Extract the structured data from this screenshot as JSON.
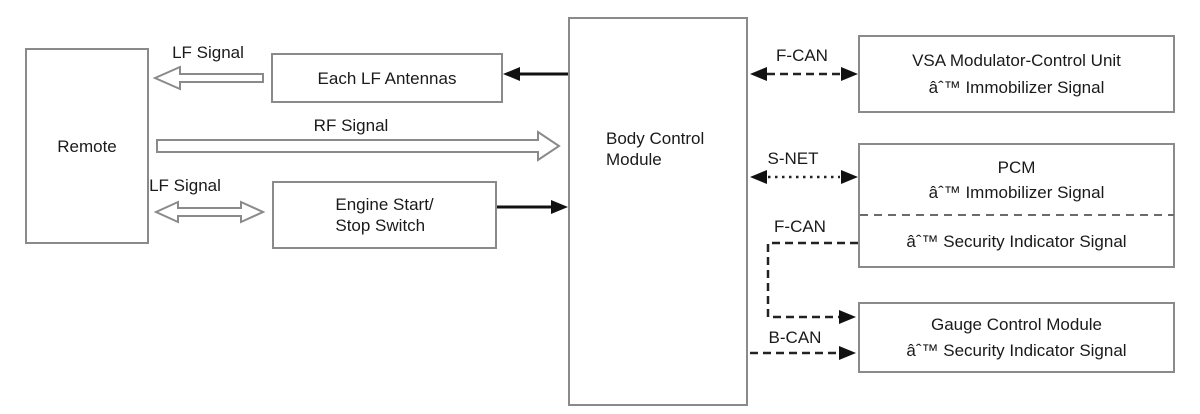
{
  "diagram": {
    "nodes": {
      "remote": {
        "label": "Remote"
      },
      "antennas": {
        "label": "Each LF Antennas"
      },
      "engine": {
        "line1": "Engine Start/",
        "line2": "Stop Switch"
      },
      "bcm": {
        "line1": "Body Control",
        "line2": "Module"
      },
      "vsa": {
        "title": "VSA Modulator-Control Unit",
        "subtitle": "âˆ™ Immobilizer Signal"
      },
      "pcm": {
        "title": "PCM",
        "subtitle": "âˆ™ Immobilizer Signal",
        "section2": "âˆ™ Security Indicator Signal"
      },
      "gauge": {
        "title": "Gauge Control Module",
        "subtitle": "âˆ™ Security Indicator Signal"
      }
    },
    "signals": {
      "lf_top": "LF Signal",
      "rf": "RF Signal",
      "lf_bottom": "LF Signal",
      "f_can_top": "F-CAN",
      "s_net": "S-NET",
      "f_can_bottom": "F-CAN",
      "b_can": "B-CAN"
    },
    "colors": {
      "box_border": "#8a8a8a",
      "outline_arrow_stroke": "#8a8a8a",
      "arrow_black": "#111111",
      "text": "#1a1a1a",
      "background": "#ffffff"
    }
  }
}
